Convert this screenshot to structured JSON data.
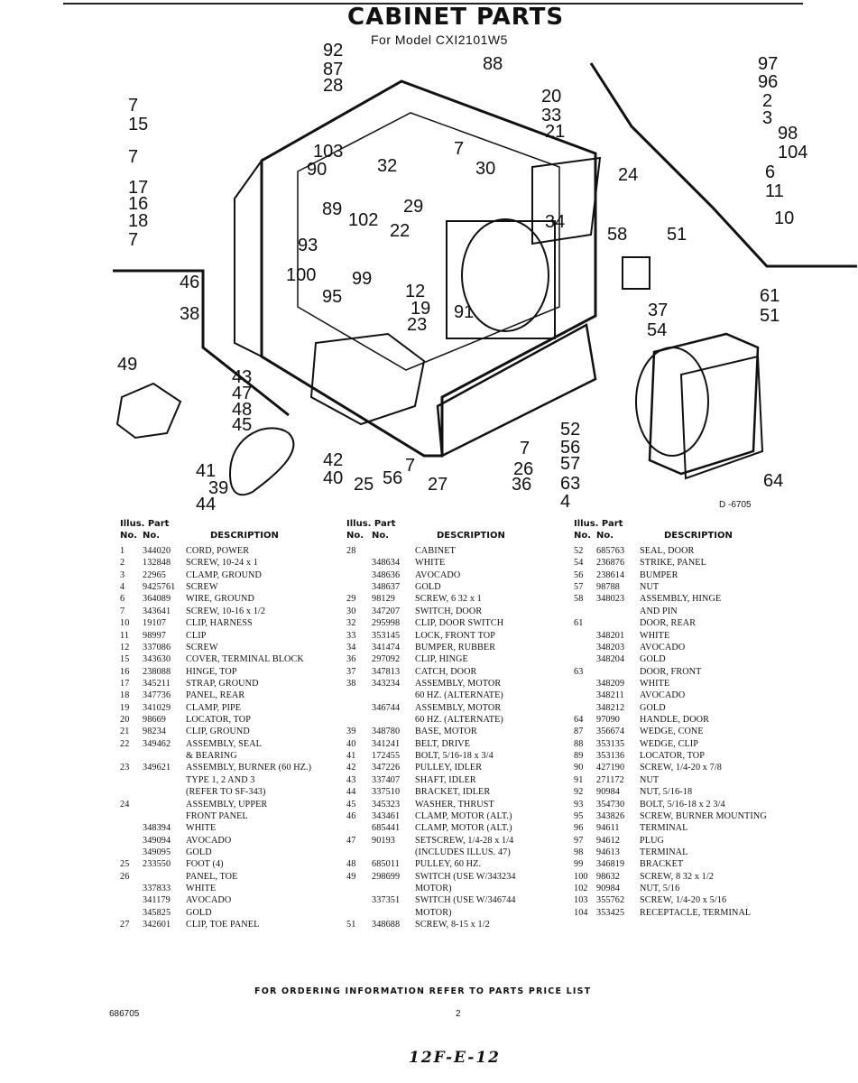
{
  "header": {
    "title": "CABINET PARTS",
    "subtitle": "For Model CXI2101W5"
  },
  "diagram": {
    "drawing_number": "D -6705",
    "callouts": [
      "92",
      "87",
      "88",
      "28",
      "97",
      "96",
      "2",
      "3",
      "98",
      "104",
      "6",
      "11",
      "10",
      "20",
      "33",
      "21",
      "7",
      "15",
      "7",
      "17",
      "16",
      "18",
      "7",
      "103",
      "90",
      "32",
      "7",
      "30",
      "24",
      "29",
      "89",
      "102",
      "22",
      "34",
      "58",
      "51",
      "93",
      "100",
      "99",
      "95",
      "12",
      "19",
      "23",
      "91",
      "37",
      "54",
      "61",
      "51",
      "46",
      "38",
      "49",
      "43",
      "47",
      "48",
      "45",
      "41",
      "39",
      "44",
      "40",
      "25",
      "42",
      "56",
      "7",
      "27",
      "26",
      "7",
      "36",
      "52",
      "56",
      "57",
      "63",
      "4",
      "64"
    ]
  },
  "columns_header": {
    "illus_part": "Illus. Part",
    "no": "No.",
    "no2": "No.",
    "description": "DESCRIPTION"
  },
  "parts_col1": [
    [
      "1",
      "344020",
      "CORD, POWER"
    ],
    [
      "2",
      "132848",
      "SCREW, 10-24 x 1"
    ],
    [
      "3",
      "22965",
      "CLAMP, GROUND"
    ],
    [
      "4",
      "9425761",
      "SCREW"
    ],
    [
      "6",
      "364089",
      "WIRE, GROUND"
    ],
    [
      "7",
      "343641",
      "SCREW, 10-16 x 1/2"
    ],
    [
      "10",
      "19107",
      "CLIP, HARNESS"
    ],
    [
      "11",
      "98997",
      "CLIP"
    ],
    [
      "12",
      "337086",
      "SCREW"
    ],
    [
      "15",
      "343630",
      "COVER, TERMINAL BLOCK"
    ],
    [
      "16",
      "238088",
      "HINGE, TOP"
    ],
    [
      "17",
      "345211",
      "STRAP, GROUND"
    ],
    [
      "18",
      "347736",
      "PANEL, REAR"
    ],
    [
      "19",
      "341029",
      "CLAMP, PIPE"
    ],
    [
      "20",
      "98669",
      "LOCATOR, TOP"
    ],
    [
      "21",
      "98234",
      "CLIP, GROUND"
    ],
    [
      "22",
      "349462",
      "ASSEMBLY, SEAL"
    ],
    [
      "",
      "",
      "& BEARING"
    ],
    [
      "23",
      "349621",
      "ASSEMBLY, BURNER (60 HZ.)"
    ],
    [
      "",
      "",
      "TYPE 1, 2 AND 3"
    ],
    [
      "",
      "",
      "(REFER TO SF-343)"
    ],
    [
      "24",
      "",
      "ASSEMBLY, UPPER"
    ],
    [
      "",
      "",
      "FRONT PANEL"
    ],
    [
      "",
      "348394",
      "WHITE"
    ],
    [
      "",
      "349094",
      "AVOCADO"
    ],
    [
      "",
      "349095",
      "GOLD"
    ],
    [
      "25",
      "233550",
      "FOOT (4)"
    ],
    [
      "26",
      "",
      "PANEL, TOE"
    ],
    [
      "",
      "337833",
      "WHITE"
    ],
    [
      "",
      "341179",
      "AVOCADO"
    ],
    [
      "",
      "345825",
      "GOLD"
    ],
    [
      "27",
      "342601",
      "CLIP, TOE PANEL"
    ]
  ],
  "parts_col2": [
    [
      "28",
      "",
      "CABINET"
    ],
    [
      "",
      "348634",
      "WHITE"
    ],
    [
      "",
      "348636",
      "AVOCADO"
    ],
    [
      "",
      "348637",
      "GOLD"
    ],
    [
      "29",
      "98129",
      "SCREW, 6 32 x 1"
    ],
    [
      "30",
      "347207",
      "SWITCH, DOOR"
    ],
    [
      "32",
      "295998",
      "CLIP, DOOR SWITCH"
    ],
    [
      "33",
      "353145",
      "LOCK, FRONT TOP"
    ],
    [
      "34",
      "341474",
      "BUMPER, RUBBER"
    ],
    [
      "36",
      "297092",
      "CLIP, HINGE"
    ],
    [
      "37",
      "347813",
      "CATCH, DOOR"
    ],
    [
      "38",
      "343234",
      "ASSEMBLY, MOTOR"
    ],
    [
      "",
      "",
      "60 HZ. (ALTERNATE)"
    ],
    [
      "",
      "346744",
      "ASSEMBLY, MOTOR"
    ],
    [
      "",
      "",
      "60 HZ. (ALTERNATE)"
    ],
    [
      "39",
      "348780",
      "BASE, MOTOR"
    ],
    [
      "40",
      "341241",
      "BELT, DRIVE"
    ],
    [
      "41",
      "172455",
      "BOLT, 5/16-18 x 3/4"
    ],
    [
      "42",
      "347226",
      "PULLEY, IDLER"
    ],
    [
      "43",
      "337407",
      "SHAFT, IDLER"
    ],
    [
      "44",
      "337510",
      "BRACKET, IDLER"
    ],
    [
      "45",
      "345323",
      "WASHER, THRUST"
    ],
    [
      "46",
      "343461",
      "CLAMP, MOTOR (ALT.)"
    ],
    [
      "",
      "685441",
      "CLAMP, MOTOR (ALT.)"
    ],
    [
      "47",
      "90193",
      "SETSCREW, 1/4-28 x 1/4"
    ],
    [
      "",
      "",
      "(INCLUDES ILLUS. 47)"
    ],
    [
      "48",
      "685011",
      "PULLEY, 60 HZ."
    ],
    [
      "49",
      "298699",
      "SWITCH (USE W/343234"
    ],
    [
      "",
      "",
      "MOTOR)"
    ],
    [
      "",
      "337351",
      "SWITCH (USE W/346744"
    ],
    [
      "",
      "",
      "MOTOR)"
    ],
    [
      "51",
      "348688",
      "SCREW, 8-15 x 1/2"
    ]
  ],
  "parts_col3": [
    [
      "52",
      "685763",
      "SEAL, DOOR"
    ],
    [
      "54",
      "236876",
      "STRIKE, PANEL"
    ],
    [
      "56",
      "238614",
      "BUMPER"
    ],
    [
      "57",
      "98788",
      "NUT"
    ],
    [
      "58",
      "348023",
      "ASSEMBLY, HINGE"
    ],
    [
      "",
      "",
      "AND PIN"
    ],
    [
      "61",
      "",
      "DOOR, REAR"
    ],
    [
      "",
      "348201",
      "WHITE"
    ],
    [
      "",
      "348203",
      "AVOCADO"
    ],
    [
      "",
      "348204",
      "GOLD"
    ],
    [
      "63",
      "",
      "DOOR, FRONT"
    ],
    [
      "",
      "348209",
      "WHITE"
    ],
    [
      "",
      "348211",
      "AVOCADO"
    ],
    [
      "",
      "348212",
      "GOLD"
    ],
    [
      "64",
      "97090",
      "HANDLE, DOOR"
    ],
    [
      "87",
      "356674",
      "WEDGE, CONE"
    ],
    [
      "88",
      "353135",
      "WEDGE, CLIP"
    ],
    [
      "89",
      "353136",
      "LOCATOR, TOP"
    ],
    [
      "90",
      "427190",
      "SCREW, 1/4-20 x 7/8"
    ],
    [
      "91",
      "271172",
      "NUT"
    ],
    [
      "92",
      "90984",
      "NUT, 5/16-18"
    ],
    [
      "93",
      "354730",
      "BOLT, 5/16-18 x 2 3/4"
    ],
    [
      "95",
      "343826",
      "SCREW, BURNER MOUNTING"
    ],
    [
      "96",
      "94611",
      "TERMINAL"
    ],
    [
      "97",
      "94612",
      "PLUG"
    ],
    [
      "98",
      "94613",
      "TERMINAL"
    ],
    [
      "99",
      "346819",
      "BRACKET"
    ],
    [
      "100",
      "98632",
      "SCREW, 8 32 x 1/2"
    ],
    [
      "102",
      "90984",
      "NUT, 5/16"
    ],
    [
      "103",
      "355762",
      "SCREW, 1/4-20 x 5/16"
    ],
    [
      "104",
      "353425",
      "RECEPTACLE, TERMINAL"
    ]
  ],
  "footer": {
    "ordering_note": "FOR ORDERING INFORMATION REFER TO PARTS PRICE LIST",
    "document_number": "686705",
    "page_number": "2",
    "handwritten_code": "12F-E-12"
  }
}
